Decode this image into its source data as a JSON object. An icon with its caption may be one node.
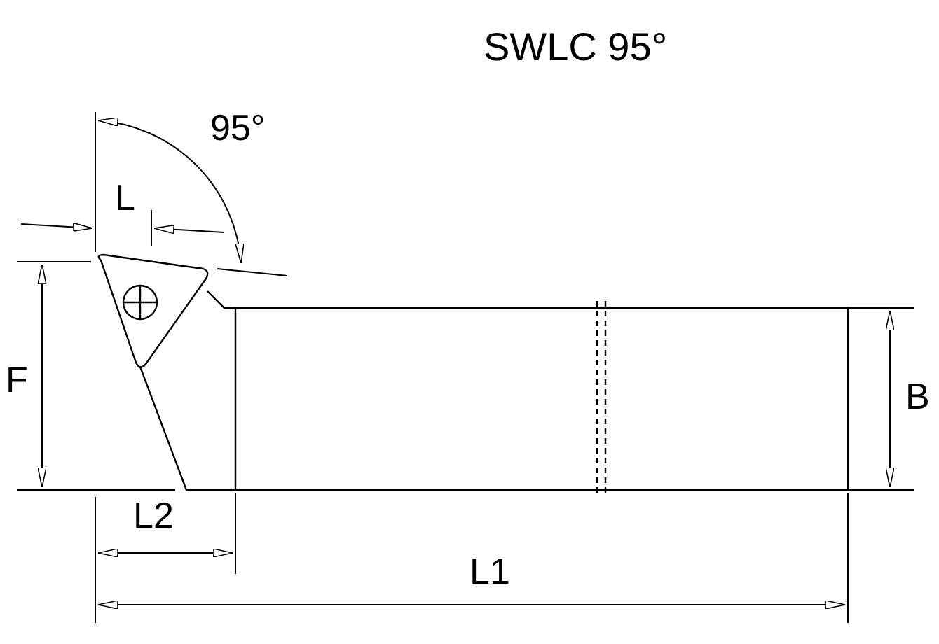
{
  "diagram": {
    "title": "SWLC 95°",
    "labels": [
      "95°",
      "L",
      "F",
      "B",
      "L2",
      "L1"
    ]
  }
}
